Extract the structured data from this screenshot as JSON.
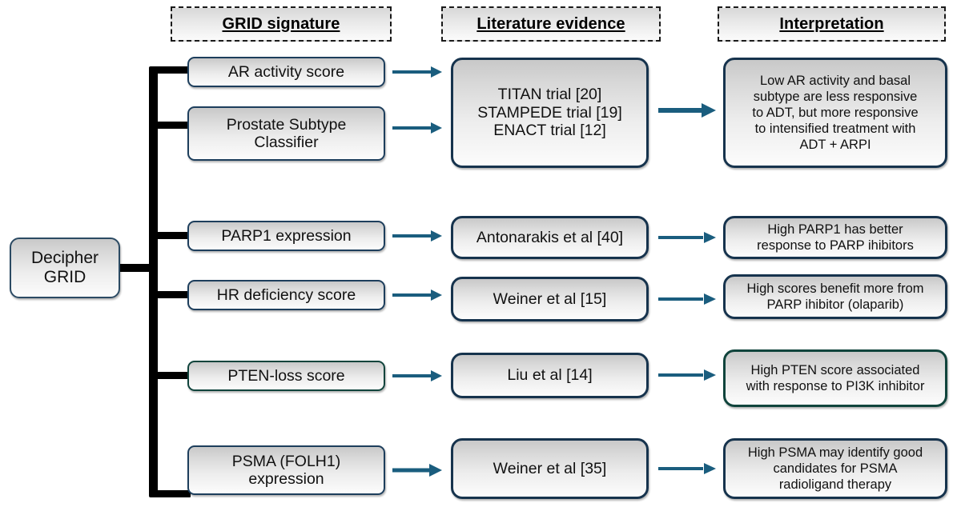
{
  "headers": {
    "grid_signature": "GRID signature",
    "literature_evidence": "Literature evidence",
    "interpretation": "Interpretation"
  },
  "root": {
    "label": "Decipher\nGRID"
  },
  "colors": {
    "box_border_navy": "#16334d",
    "box_border_teal": "#10443c",
    "arrow": "#1a5d7e",
    "bracket": "#000000",
    "box_gradient_top": "#c8c8c8",
    "box_gradient_bottom": "#fcfcfc",
    "header_border": "#1a1a1a"
  },
  "rows": [
    {
      "signature": "AR activity score",
      "literature": "TITAN trial [20]\nSTAMPEDE trial [19]\nENACT trial [12]",
      "interpretation": "Low AR activity and basal\nsubtype are less responsive\nto ADT, but more responsive\nto intensified treatment with\nADT + ARPI"
    },
    {
      "signature": "Prostate Subtype\nClassifier"
    },
    {
      "signature": "PARP1 expression",
      "literature": "Antonarakis et al [40]",
      "interpretation": "High PARP1 has better\nresponse to PARP ihibitors"
    },
    {
      "signature": "HR deficiency score",
      "literature": "Weiner et al [15]",
      "interpretation": "High scores benefit more from\nPARP ihibitor (olaparib)"
    },
    {
      "signature": "PTEN-loss score",
      "literature": "Liu et al [14]",
      "interpretation": "High PTEN score associated\nwith response to PI3K inhibitor"
    },
    {
      "signature": "PSMA (FOLH1)\nexpression",
      "literature": "Weiner et al [35]",
      "interpretation": "High PSMA may identify good\ncandidates for PSMA\nradioligand therapy"
    }
  ],
  "icons": {
    "arrow_right": "arrow-right-icon",
    "bracket": "bracket-connector-icon"
  }
}
